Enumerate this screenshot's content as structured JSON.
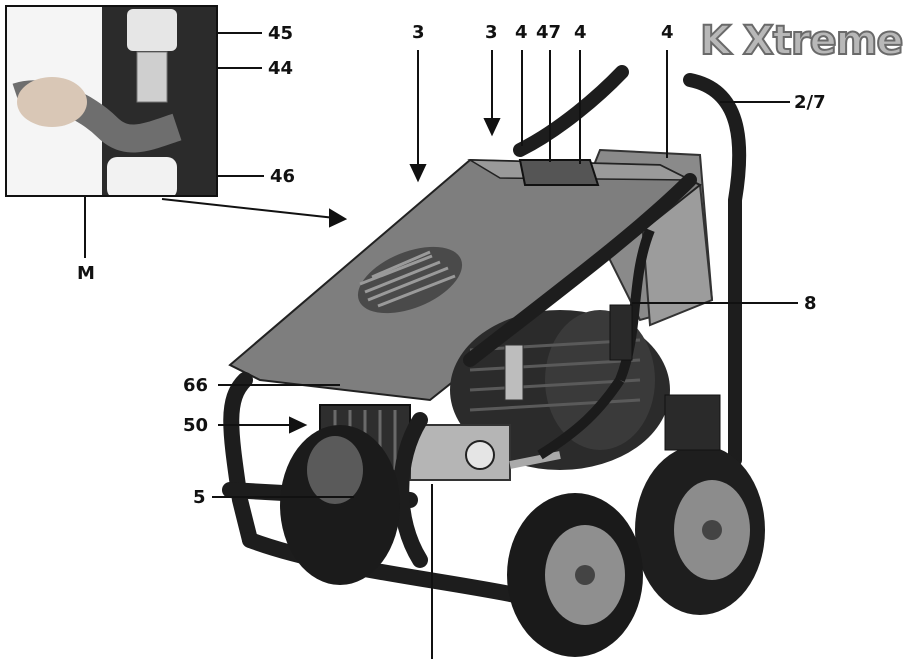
{
  "brand": {
    "title": "K Xtreme"
  },
  "callouts": {
    "c45": "45",
    "c44": "44",
    "c46": "46",
    "cM": "M",
    "c3a": "3",
    "c3b": "3",
    "c4a": "4",
    "c47": "47",
    "c4b": "4",
    "c4c": "4",
    "c27": "2/7",
    "c8": "8",
    "c66": "66",
    "c50": "50",
    "c5": "5"
  }
}
